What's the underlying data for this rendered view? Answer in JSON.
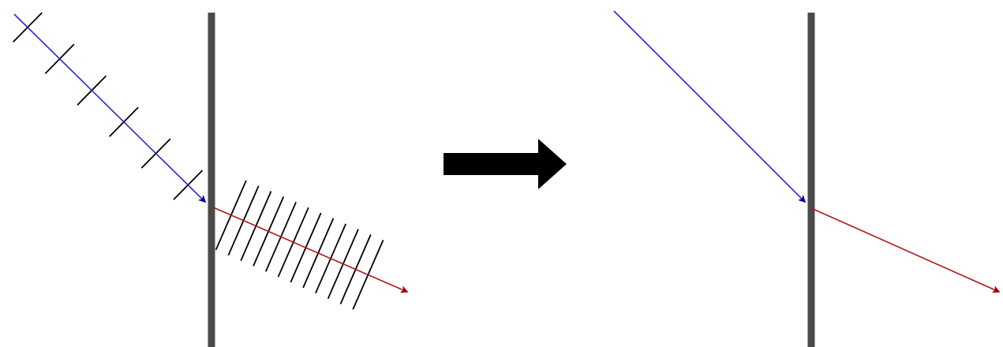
{
  "colors": {
    "background": "#ffffff",
    "interface": "#4a4a4a",
    "incident_ray": "#2a2ad0",
    "incident_arrowhead": "#00009a",
    "refracted_ray": "#b01818",
    "refracted_arrowhead": "#990000",
    "wavefront": "#000000",
    "transition_arrow": "#000000"
  },
  "icons": {
    "transition": "right-arrow-icon"
  },
  "panels": [
    {
      "name": "wavefront-panel",
      "shows_wavefronts": true,
      "incident_wavefront_count": 6,
      "refracted_wavefront_count": 12
    },
    {
      "name": "ray-panel",
      "shows_wavefronts": false
    }
  ]
}
